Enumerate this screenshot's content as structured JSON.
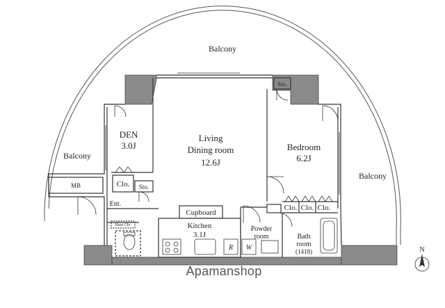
{
  "rooms": {
    "balcony_top": "Balcony",
    "balcony_left": "Balcony",
    "balcony_right": "Balcony",
    "den_name": "DEN",
    "den_size": "3.0J",
    "living_line1": "Living",
    "living_line2": "Dining room",
    "living_size": "12.6J",
    "bedroom_name": "Bedroom",
    "bedroom_size": "6.2J",
    "kitchen_name": "Kitchen",
    "kitchen_size": "3.1J",
    "powder_line1": "Powder",
    "powder_line2": "room",
    "bath_line1": "Bath",
    "bath_line2": "room",
    "bath_size": "(1418)",
    "entrance": "Ent."
  },
  "fixtures": {
    "mb": "MB",
    "closet": "Clo.",
    "storage": "Sto.",
    "shoe_closet": "Shoe Clo.",
    "cupboard": "Cupboard",
    "refrigerator": "R",
    "washer": "W"
  },
  "compass": {
    "north": "N"
  },
  "watermark": "Apamanshop",
  "colors": {
    "wall": "#8a8a8a",
    "line": "#333333",
    "text": "#222222",
    "background": "#ffffff"
  }
}
